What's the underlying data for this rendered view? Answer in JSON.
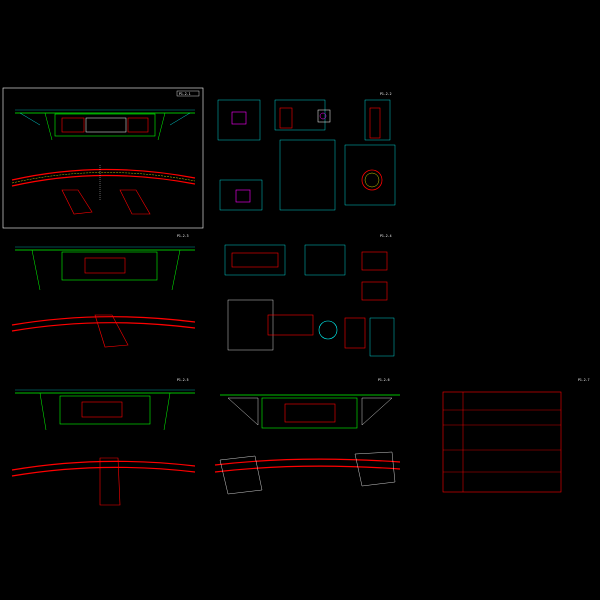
{
  "colors": {
    "background": "#000000",
    "frame": "#ffffff",
    "structure": "#00ff00",
    "dimension": "#00ffff",
    "section": "#ff0000",
    "annotation": "#ffff00",
    "magenta": "#ff00ff"
  },
  "sheets": [
    {
      "id": "sheet-1",
      "tag": "P1-2-1"
    },
    {
      "id": "sheet-2",
      "tag": "P1-2-2"
    },
    {
      "id": "sheet-3",
      "tag": "P1-2-3"
    },
    {
      "id": "sheet-4",
      "tag": "P1-2-4"
    },
    {
      "id": "sheet-5",
      "tag": "P1-2-5"
    },
    {
      "id": "sheet-6",
      "tag": "P1-2-6"
    },
    {
      "id": "sheet-7",
      "tag": "P1-2-7"
    }
  ]
}
